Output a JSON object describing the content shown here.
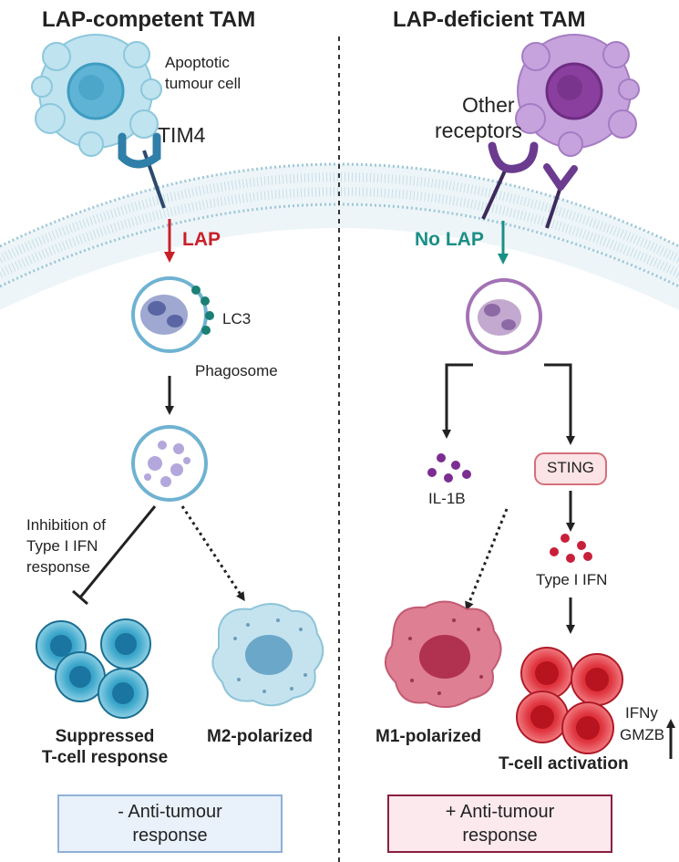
{
  "headers": {
    "left": "LAP-competent TAM",
    "right": "LAP-deficient TAM"
  },
  "left": {
    "apoptotic_label_1": "Apoptotic",
    "apoptotic_label_2": "tumour cell",
    "receptor": "TIM4",
    "pathway": "LAP",
    "lc3": "LC3",
    "phagosome": "Phagosome",
    "inhibition_1": "Inhibition of",
    "inhibition_2": "Type I IFN",
    "inhibition_3": "response",
    "suppressed_1": "Suppressed",
    "suppressed_2": "T-cell response",
    "m2": "M2-polarized",
    "outcome_1": "- Anti-tumour",
    "outcome_2": "response"
  },
  "right": {
    "receptors_1": "Other",
    "receptors_2": "receptors",
    "pathway": "No LAP",
    "il1b": "IL-1B",
    "sting": "STING",
    "type1ifn": "Type I IFN",
    "m1": "M1-polarized",
    "tcell_activation": "T-cell activation",
    "ifny": "IFNy",
    "gmzb": "GMZB",
    "outcome_1": "+ Anti-tumour",
    "outcome_2": "response"
  },
  "colors": {
    "lap_red": "#c8202a",
    "nolap_teal": "#1a8f86",
    "membrane_blue": "#7fb8cf",
    "tumour_blue": "#a9d6e6",
    "tumour_purple": "#b98bd0",
    "left_box_bg": "#e9f2fb",
    "left_box_border": "#8fb0d6",
    "right_box_bg": "#fbe9ee",
    "right_box_border": "#8b1e3f"
  }
}
